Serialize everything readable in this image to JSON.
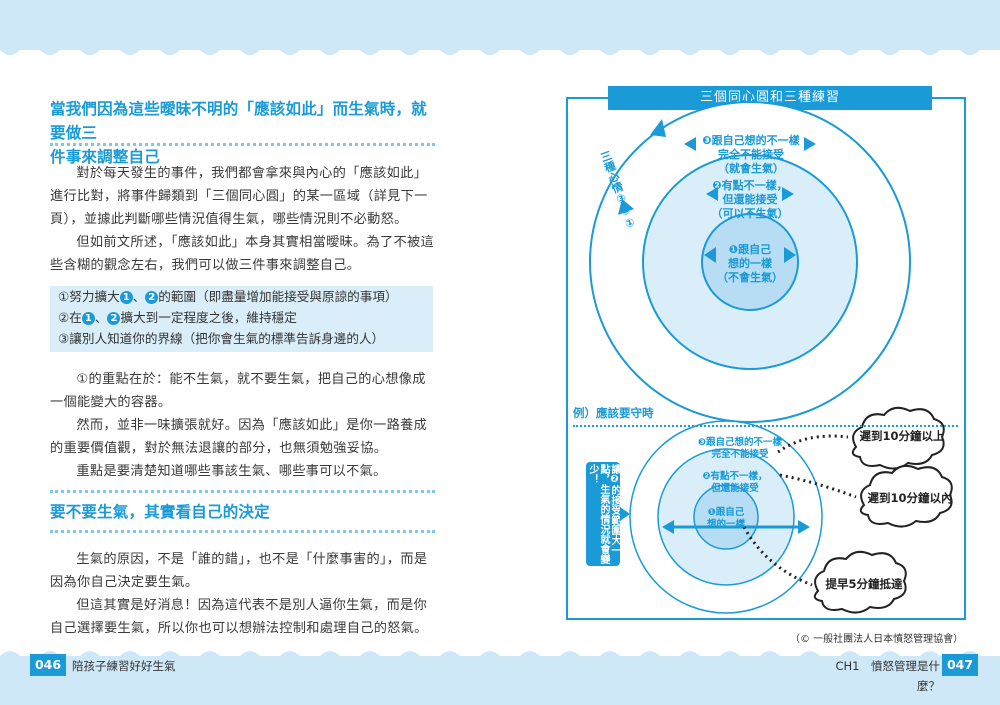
{
  "left_page": {
    "heading1_line1": "當我們因為這些曖昧不明的「應該如此」而生氣時，就要做三",
    "heading1_line2": "件事來調整自己",
    "para1": "對於每天發生的事件，我們都會拿來與內心的「應該如此」進行比對，將事件歸類到「三個同心圓」的某一區域（詳見下一頁），並據此判斷哪些情況值得生氣，哪些情況則不必動怒。",
    "para2": "但如前文所述，「應該如此」本身其實相當曖昧。為了不被這些含糊的觀念左右，我們可以做三件事來調整自己。",
    "box_items": [
      {
        "pre": "①努力擴大",
        "n1": "1",
        "sep": "、",
        "n2": "2",
        "post": "的範圍（即盡量增加能接受與原諒的事項）"
      },
      {
        "pre": "②在",
        "n1": "1",
        "sep": "、",
        "n2": "2",
        "post": "擴大到一定程度之後，維持穩定"
      },
      {
        "pre": "③讓別人知道你的界線（把你會生氣的標準告訴身邊的人）"
      }
    ],
    "para3": "①的重點在於：能不生氣，就不要生氣，把自己的心想像成一個能變大的容器。",
    "para4": "然而，並非一味擴張就好。因為「應該如此」是你一路養成的重要價值觀，對於無法退讓的部分，也無須勉強妥協。",
    "para5": "重點是要清楚知道哪些事該生氣、哪些事可以不氣。",
    "heading2": "要不要生氣，其實看自己的決定",
    "para6": "生氣的原因，不是「誰的錯」，也不是「什麼事害的」，而是因為你自己決定要生氣。",
    "para7": "但這其實是好消息！因為這代表不是別人逼你生氣，而是你自己選擇要生氣，所以你也可以想辦法控制和處理自己的怒氣。",
    "page_num": "046",
    "footer": "陪孩子練習好好生氣"
  },
  "right_page": {
    "title": "三個同心圓和三種練習",
    "side_label": "三種心情③②①",
    "circle3": [
      "❸跟自己想的不一樣",
      "完全不能接受",
      "（就會生氣）"
    ],
    "circle2": [
      "❷有點不一樣，",
      "但還能接受",
      "（可以不生氣）"
    ],
    "circle1": [
      "❶跟自己",
      "想的一樣",
      "（不會生氣）"
    ],
    "example_label": "例）應該要守時",
    "ex_circle3": [
      "❸跟自己想的不一樣",
      "完全不能接受"
    ],
    "ex_circle2": [
      "❷有點不一樣，",
      "但還能接受"
    ],
    "ex_circle1": [
      "❶跟自己",
      "想的一樣"
    ],
    "ex_side": "讓❷的接受範圍大一點，生氣的情況就會變少！",
    "cloud1": "遲到10分鐘以上",
    "cloud2": "遲到10分鐘以內",
    "cloud3": "提早5分鐘抵達",
    "credit": "（© 一般社團法人日本憤怒管理協會）",
    "page_num": "047",
    "footer": "CH1　憤怒管理是什麼？"
  },
  "colors": {
    "accent": "#1a9ad6",
    "light": "#d9eef9",
    "band": "#cfe8f7"
  }
}
